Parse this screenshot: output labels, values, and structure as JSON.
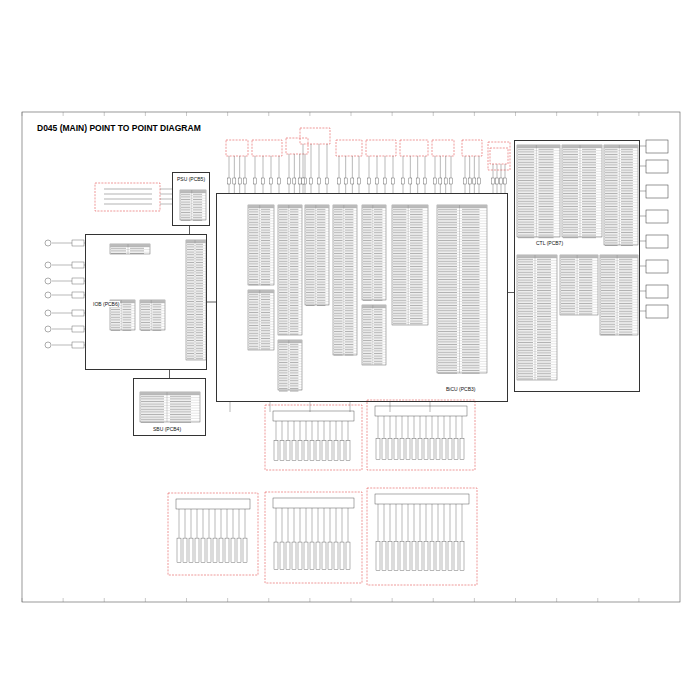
{
  "diagram": {
    "title": "D045 (MAIN) POINT TO POINT DIAGRAM",
    "nodes": [
      {
        "text": [
          "PSU (PCB5)"
        ]
      },
      {
        "text": [
          "IOB (PCB6)"
        ]
      },
      {
        "text": [
          "BiCU (PCB3)"
        ]
      },
      {
        "text": [
          "CTL (PCB7)"
        ]
      },
      {
        "text": [
          "SBU (PCB4)"
        ]
      }
    ],
    "edges": [
      {
        "from": 0,
        "to": 1,
        "arrow": "none"
      },
      {
        "from": 1,
        "to": 2,
        "arrow": "none"
      },
      {
        "from": 2,
        "to": 3,
        "arrow": "none"
      },
      {
        "from": 4,
        "to": 1,
        "arrow": "none"
      }
    ]
  }
}
